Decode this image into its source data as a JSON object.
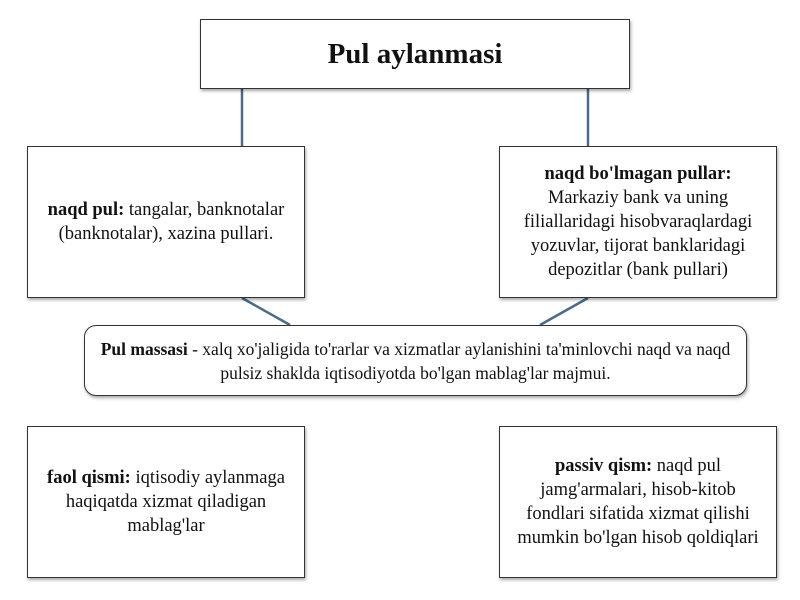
{
  "title": "Pul aylanmasi",
  "cash": {
    "term": "naqd pul:",
    "description": " tangalar, banknotalar (banknotalar), xazina pullari."
  },
  "non_cash": {
    "term": "naqd bo'lmagan pullar:",
    "description": " Markaziy bank va uning filiallaridagi hisobvaraqlardagi yozuvlar, tijorat banklaridagi depozitlar (bank pullari)"
  },
  "money_mass": {
    "term": "Pul massasi",
    "description": " - xalq xo'jaligida to'rarlar va xizmatlar aylanishini ta'minlovchi naqd va naqd pulsiz shaklda iqtisodiyotda bo'lgan mablag'lar majmui."
  },
  "active_part": {
    "term": "faol qismi:",
    "description": " iqtisodiy aylanmaga haqiqatda xizmat qiladigan mablag'lar"
  },
  "passive_part": {
    "term": "passiv qism:",
    "description": " naqd pul jamg'armalari, hisob-kitob fondlari sifatida xizmat qilishi mumkin bo'lgan hisob qoldiqlari"
  },
  "colors": {
    "connector": "#4a6b8a",
    "border": "#333333"
  }
}
